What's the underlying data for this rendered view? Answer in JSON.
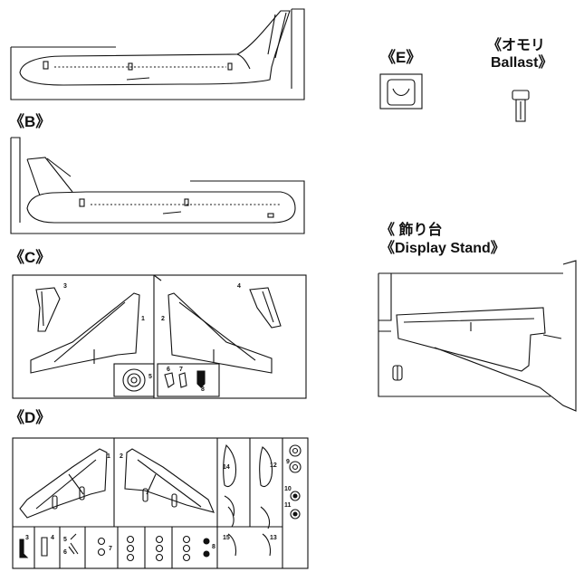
{
  "sprues": {
    "b": {
      "label": "《B》"
    },
    "c": {
      "label": "《C》"
    },
    "d": {
      "label": "《D》"
    },
    "e": {
      "label": "《E》"
    },
    "ballast": {
      "jp": "《オモリ",
      "en": "Ballast》"
    },
    "stand": {
      "jp": "《 飾り台",
      "en": "《Display Stand》"
    }
  },
  "part_numbers": {
    "c": [
      "1",
      "2",
      "3",
      "4",
      "5",
      "6",
      "7",
      "8"
    ],
    "d": [
      "1",
      "2",
      "3",
      "4",
      "5",
      "6",
      "7",
      "8",
      "9",
      "10",
      "11",
      "12",
      "13",
      "14",
      "15"
    ]
  }
}
